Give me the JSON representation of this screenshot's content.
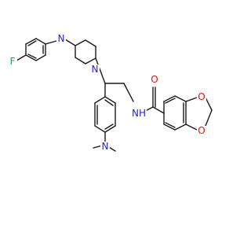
{
  "colors": {
    "bond": "#1a1a1a",
    "nitrogen": "#1f1fd6",
    "oxygen": "#e01010",
    "fluorine": "#2f9e3a"
  },
  "atoms": {
    "fluorine": {
      "text": "F",
      "color": "#2f9e3a"
    },
    "piperazine_n_top": {
      "text": "N",
      "color": "#1f1fd6"
    },
    "piperazine_n_bottom": {
      "text": "N",
      "color": "#1f1fd6"
    },
    "amide_nh": {
      "text": "NH",
      "color": "#1f1fd6"
    },
    "carbonyl_o": {
      "text": "O",
      "color": "#e01010"
    },
    "dioxole_o_top": {
      "text": "O",
      "color": "#e01010"
    },
    "dioxole_o_bottom": {
      "text": "O",
      "color": "#e01010"
    },
    "dimethylamine_n": {
      "text": "N",
      "color": "#1f1fd6"
    }
  }
}
